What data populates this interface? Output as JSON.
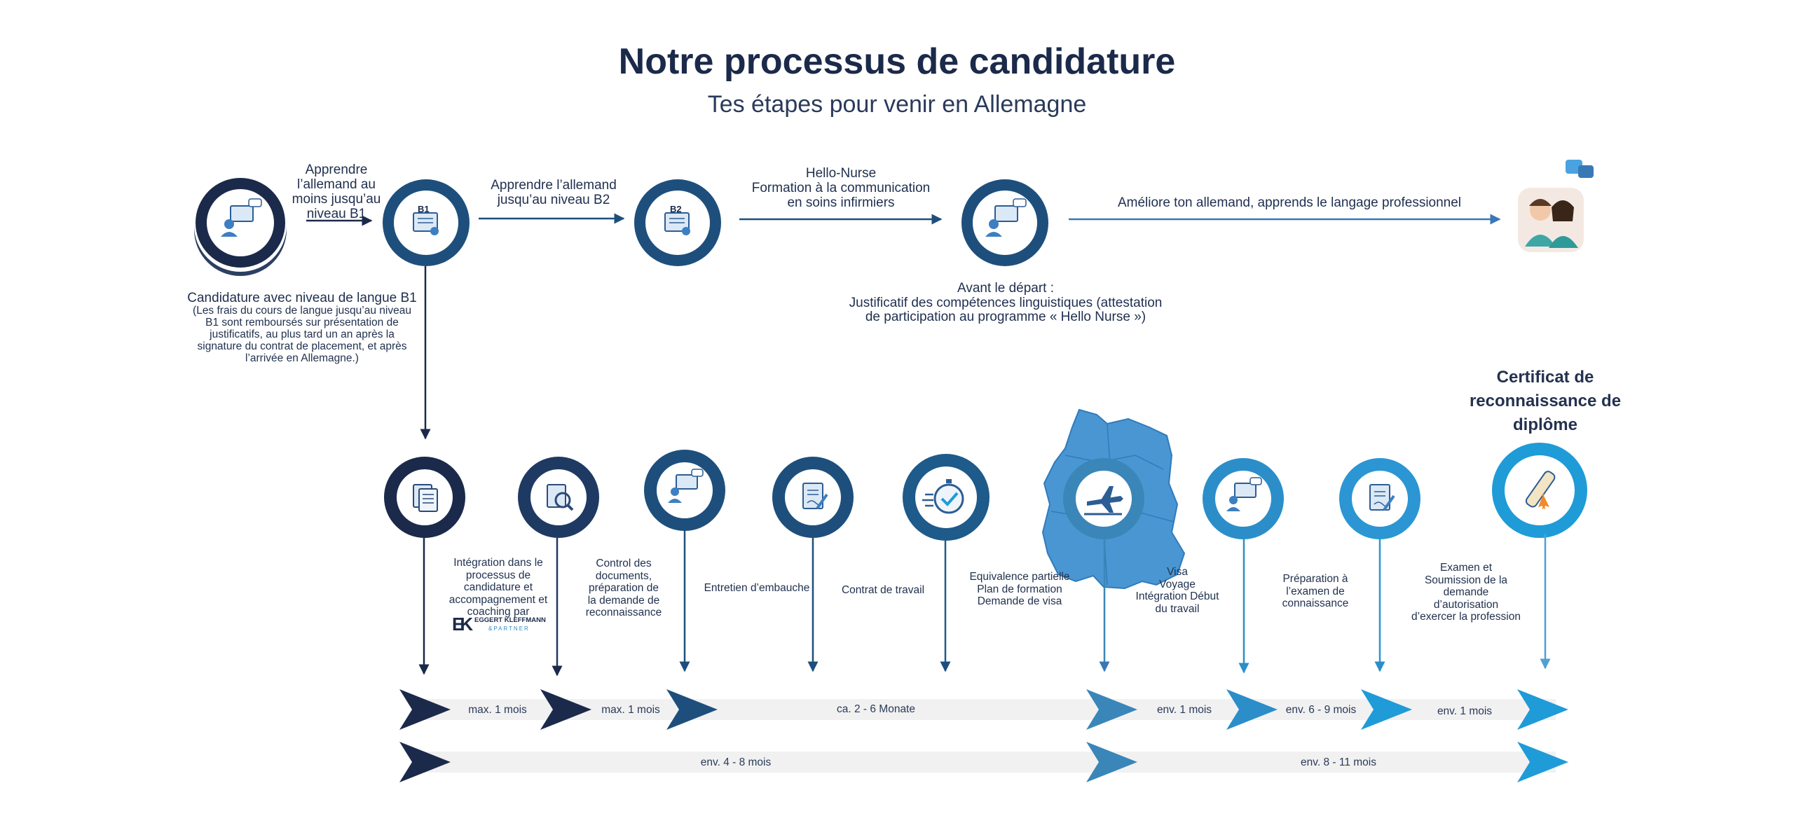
{
  "header": {
    "title": "Notre processus de candidature",
    "subtitle": "Tes étapes pour venir en Allemagne"
  },
  "top_row": {
    "arrow1_label": "Apprendre\nl’allemand au\nmoins jusqu’au\nniveau B1",
    "arrow2_label": "Apprendre l’allemand\njusqu’au niveau B2",
    "arrow3_label": "Hello-Nurse\nFormation à la communication\nen soins infirmiers",
    "arrow4_label": "Améliore ton allemand, apprends le langage professionnel",
    "b1_badge": "B1",
    "b2_badge": "B2",
    "candidature_title": "Candidature avec niveau de langue B1",
    "candidature_note": "(Les frais du cours de langue jusqu’au niveau\nB1 sont remboursés sur présentation de\njustificatifs, au plus tard un an après la\nsignature du contrat de placement, et après\nl’arrivée en Allemagne.)",
    "avant_depart": "Avant le départ :\nJustificatif des compétences linguistiques (attestation\nde participation au programme « Hello Nurse »)"
  },
  "steps": [
    {
      "label": "Intégration dans le\nprocessus de\ncandidature et\naccompagnement et\ncoaching par"
    },
    {
      "label": "Control des\ndocuments,\npréparation de\nla demande de\nreconnaissance"
    },
    {
      "label": "Entretien d’embauche"
    },
    {
      "label": "Contrat de travail"
    },
    {
      "label": "Equivalence partielle\nPlan de formation\nDemande de visa"
    },
    {
      "label": "Visa\nVoyage\nIntégration Début\ndu travail"
    },
    {
      "label": "Préparation à\nl’examen de\nconnaissance"
    },
    {
      "label": "Examen et\nSoumission de la\ndemande\nd’autorisation\nd’exercer la profession"
    }
  ],
  "certificate_title": "Certificat de\nreconnaissance de\ndiplôme",
  "partner_logo": {
    "mark": "EK",
    "name": "EGGERT KLEFFMANN",
    "sub": "&PARTNER"
  },
  "durations_row1": [
    "max. 1 mois",
    "max. 1 mois",
    "ca. 2 - 6  Monate",
    "env. 1 mois",
    "env. 6 - 9 mois",
    "env. 1 mois"
  ],
  "durations_row2": [
    "env. 4 - 8 mois",
    "env. 8 - 11 mois"
  ],
  "icons": [
    "monitor-user-icon",
    "certificate-icon",
    "certificate-icon",
    "monitor-user-icon",
    "nurses-icon",
    "documents-icon",
    "search-document-icon",
    "video-call-icon",
    "signature-document-icon",
    "stopwatch-check-icon",
    "airplane-icon",
    "video-call-icon",
    "signature-document-icon",
    "diploma-icon",
    "germany-map-icon"
  ],
  "colors": {
    "navy": "#1b2a4a",
    "dark_blue": "#1e4f7c",
    "mid_blue": "#3a86b8",
    "bright_blue": "#1f9bd7",
    "band_gray": "#f1f1f1"
  }
}
